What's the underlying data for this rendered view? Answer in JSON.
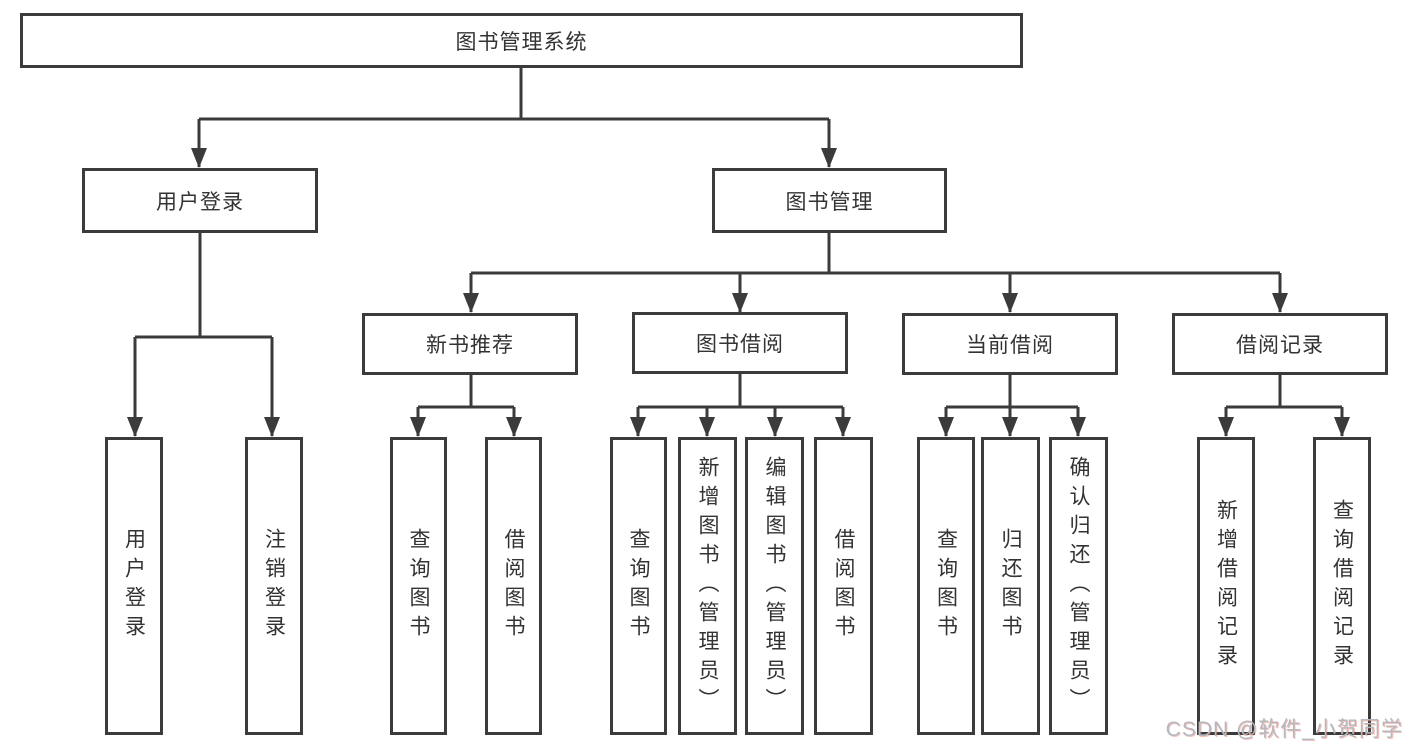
{
  "tree": {
    "root": {
      "label": "图书管理系统"
    },
    "branches": [
      {
        "label": "用户登录",
        "children": [
          {
            "label": "用户登录"
          },
          {
            "label": "注销登录"
          }
        ]
      },
      {
        "label": "图书管理",
        "children": [
          {
            "label": "新书推荐",
            "children": [
              {
                "label": "查询图书"
              },
              {
                "label": "借阅图书"
              }
            ]
          },
          {
            "label": "图书借阅",
            "children": [
              {
                "label": "查询图书"
              },
              {
                "label": "新增图书（管理员）"
              },
              {
                "label": "编辑图书（管理员）"
              },
              {
                "label": "借阅图书"
              }
            ]
          },
          {
            "label": "当前借阅",
            "children": [
              {
                "label": "查询图书"
              },
              {
                "label": "归还图书"
              },
              {
                "label": "确认归还（管理员）"
              }
            ]
          },
          {
            "label": "借阅记录",
            "children": [
              {
                "label": "新增借阅记录"
              },
              {
                "label": "查询借阅记录"
              }
            ]
          }
        ]
      }
    ]
  },
  "watermark": {
    "text": "CSDN @软件_小贺同学"
  },
  "colors": {
    "line": "#3b3b3b",
    "text": "#333333",
    "watermark": "#b4b9c0"
  }
}
